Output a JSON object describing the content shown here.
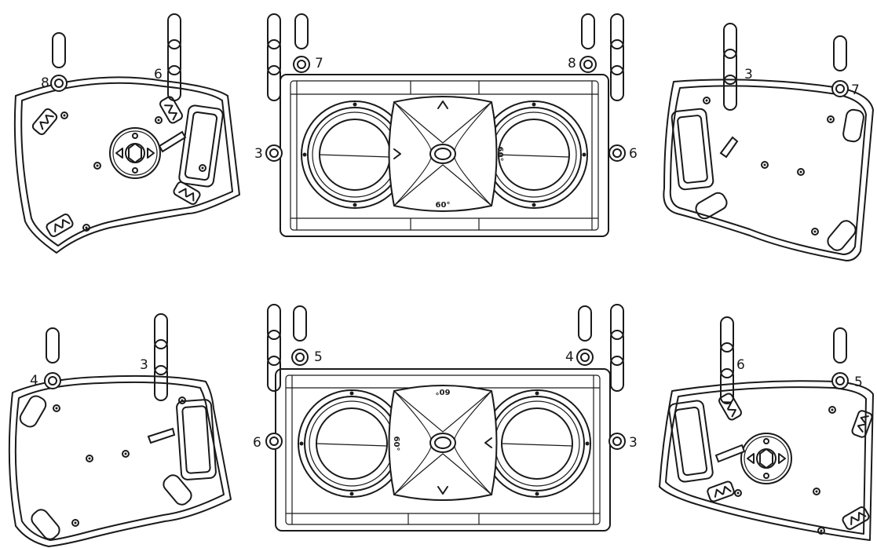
{
  "points": {
    "top_left": {
      "a": "8",
      "b": "6"
    },
    "top_front": {
      "a": "7",
      "b": "3",
      "c": "8",
      "d": "6"
    },
    "top_right": {
      "a": "3",
      "b": "7"
    },
    "bottom_left": {
      "a": "4",
      "b": "3"
    },
    "bottom_front": {
      "a": "5",
      "b": "6",
      "c": "4",
      "d": "3"
    },
    "bottom_right": {
      "a": "6",
      "b": "5"
    }
  },
  "horn": {
    "horizontal": "60°",
    "vertical": "60°"
  }
}
